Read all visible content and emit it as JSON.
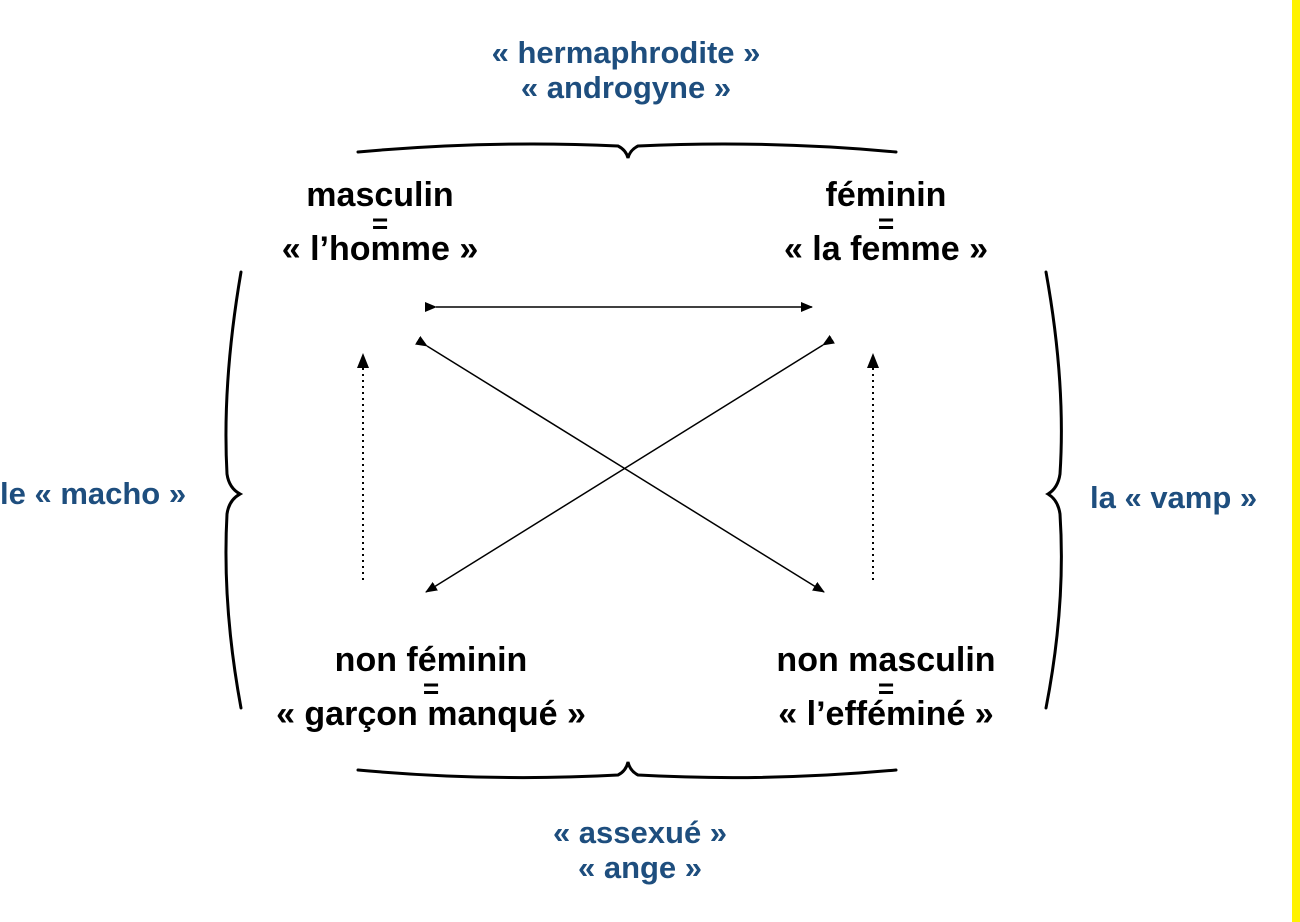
{
  "colors": {
    "annotation": "#1e4e7e",
    "text": "#000000",
    "right_stripe": "#fff200"
  },
  "top_group": {
    "line1": "« hermaphrodite »",
    "line2": "« androgyne »"
  },
  "bottom_group": {
    "line1": "« assexué »",
    "line2": "« ange »"
  },
  "left_group": {
    "line1": "le « macho »"
  },
  "right_group": {
    "line1": "la « vamp »"
  },
  "terms": {
    "masculin": {
      "term": "masculin",
      "eq": "=",
      "gloss": "« l’homme »"
    },
    "feminin": {
      "term": "féminin",
      "eq": "=",
      "gloss": "« la femme »"
    },
    "non_feminin": {
      "term": "non féminin",
      "eq": "=",
      "gloss": "« garçon manqué »"
    },
    "non_masculin": {
      "term": "non masculin",
      "eq": "=",
      "gloss": "« l’efféminé »"
    }
  }
}
